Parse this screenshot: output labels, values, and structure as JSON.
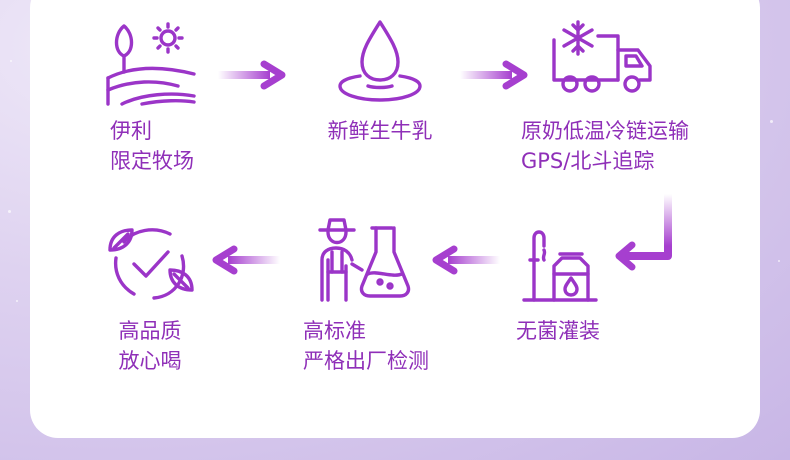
{
  "steps": [
    {
      "id": "ranch",
      "line1": "伊利",
      "line2": "限定牧场",
      "icon": "farm-icon"
    },
    {
      "id": "milk",
      "line1": "新鲜生牛乳",
      "icon": "milk-drop-icon"
    },
    {
      "id": "transport",
      "line1": "原奶低温冷链运输",
      "line2": "GPS/北斗追踪",
      "icon": "refrigerated-truck-icon"
    },
    {
      "id": "filling",
      "line1": "无菌灌装",
      "icon": "filling-machine-icon"
    },
    {
      "id": "testing",
      "line1": "高标准",
      "line2": "严格出厂检测",
      "icon": "farmer-lab-test-icon"
    },
    {
      "id": "quality",
      "line1": "高品质",
      "line2": "放心喝",
      "icon": "quality-check-icon"
    }
  ],
  "colors": {
    "accent": "#8f2fb8",
    "arrow": "#a63fcf",
    "background": "#d9cbee"
  }
}
